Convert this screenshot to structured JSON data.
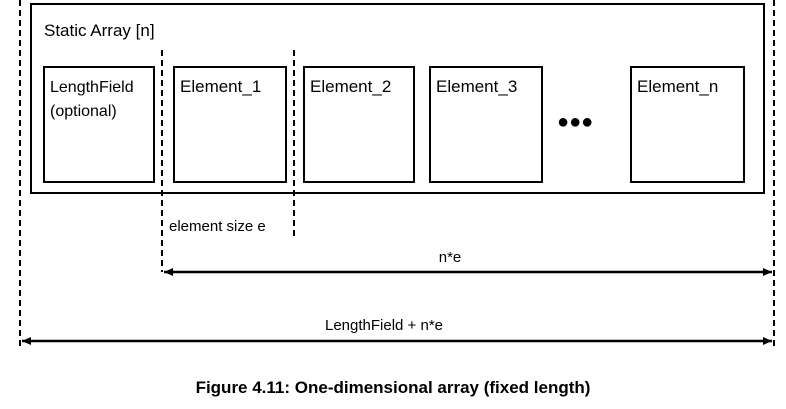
{
  "diagram": {
    "container_label": "Static Array [n]",
    "length_field_line1": "LengthField",
    "length_field_line2": "(optional)",
    "elements": [
      "Element_1",
      "Element_2",
      "Element_3",
      "Element_n"
    ],
    "ellipsis": "●●●",
    "element_size_label": "element size e",
    "array_span_label": "n*e",
    "total_span_label": "LengthField + n*e"
  },
  "caption": "Figure 4.11: One-dimensional array (fixed length)"
}
